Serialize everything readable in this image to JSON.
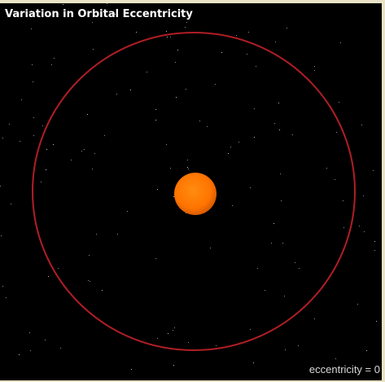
{
  "title": "Variation in Orbital Eccentricity",
  "readout": {
    "label": "eccentricity",
    "eq": " = ",
    "value": "0"
  },
  "colors": {
    "background": "#000000",
    "frame": "#e8e3c6",
    "orbit": "#b01e24",
    "sun": "#ff7a00",
    "sun_edge": "#d85a00",
    "stars": "#8a8a8a",
    "text": "#ffffff"
  },
  "orbit": {
    "eccentricity": 0
  }
}
